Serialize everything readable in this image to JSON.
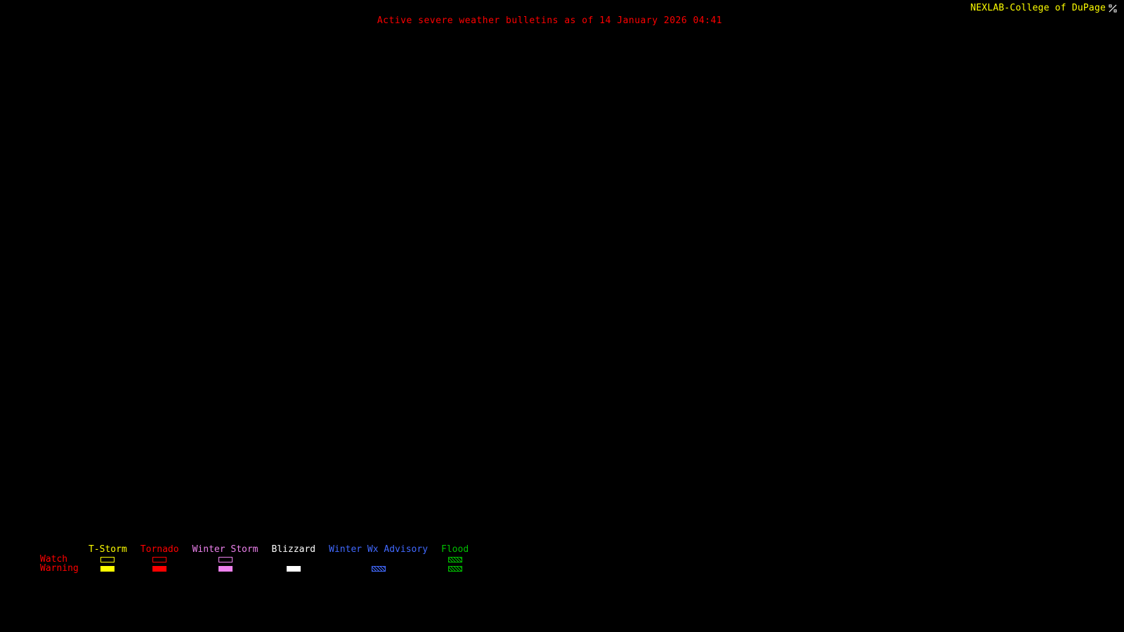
{
  "page": {
    "background_color": "#000000"
  },
  "header": {
    "title": "Active severe weather bulletins as of 14 January 2026 04:41",
    "title_color": "#ff0000",
    "brand": "NEXLAB-College of DuPage",
    "brand_color": "#ffff00",
    "brand_icon": "cod-logo"
  },
  "map": {
    "status": "no active bulletins shown",
    "background_color": "#000000"
  },
  "legend": {
    "watch_label": "Watch",
    "warning_label": "Warning",
    "labels_color": "#ff0000",
    "columns": [
      {
        "label": "T-Storm",
        "color": "#ffff00",
        "watch": "outline",
        "warning": "filled"
      },
      {
        "label": "Tornado",
        "color": "#ff0000",
        "watch": "outline",
        "warning": "filled"
      },
      {
        "label": "Winter Storm",
        "color": "#ee82ee",
        "watch": "outline",
        "warning": "filled"
      },
      {
        "label": "Blizzard",
        "color": "#ffffff",
        "watch": "none",
        "warning": "filled"
      },
      {
        "label": "Winter Wx Advisory",
        "color": "#4169ff",
        "watch": "none",
        "warning": "hatched"
      },
      {
        "label": "Flood",
        "color": "#00c000",
        "watch": "hatched",
        "warning": "hatched"
      }
    ]
  }
}
